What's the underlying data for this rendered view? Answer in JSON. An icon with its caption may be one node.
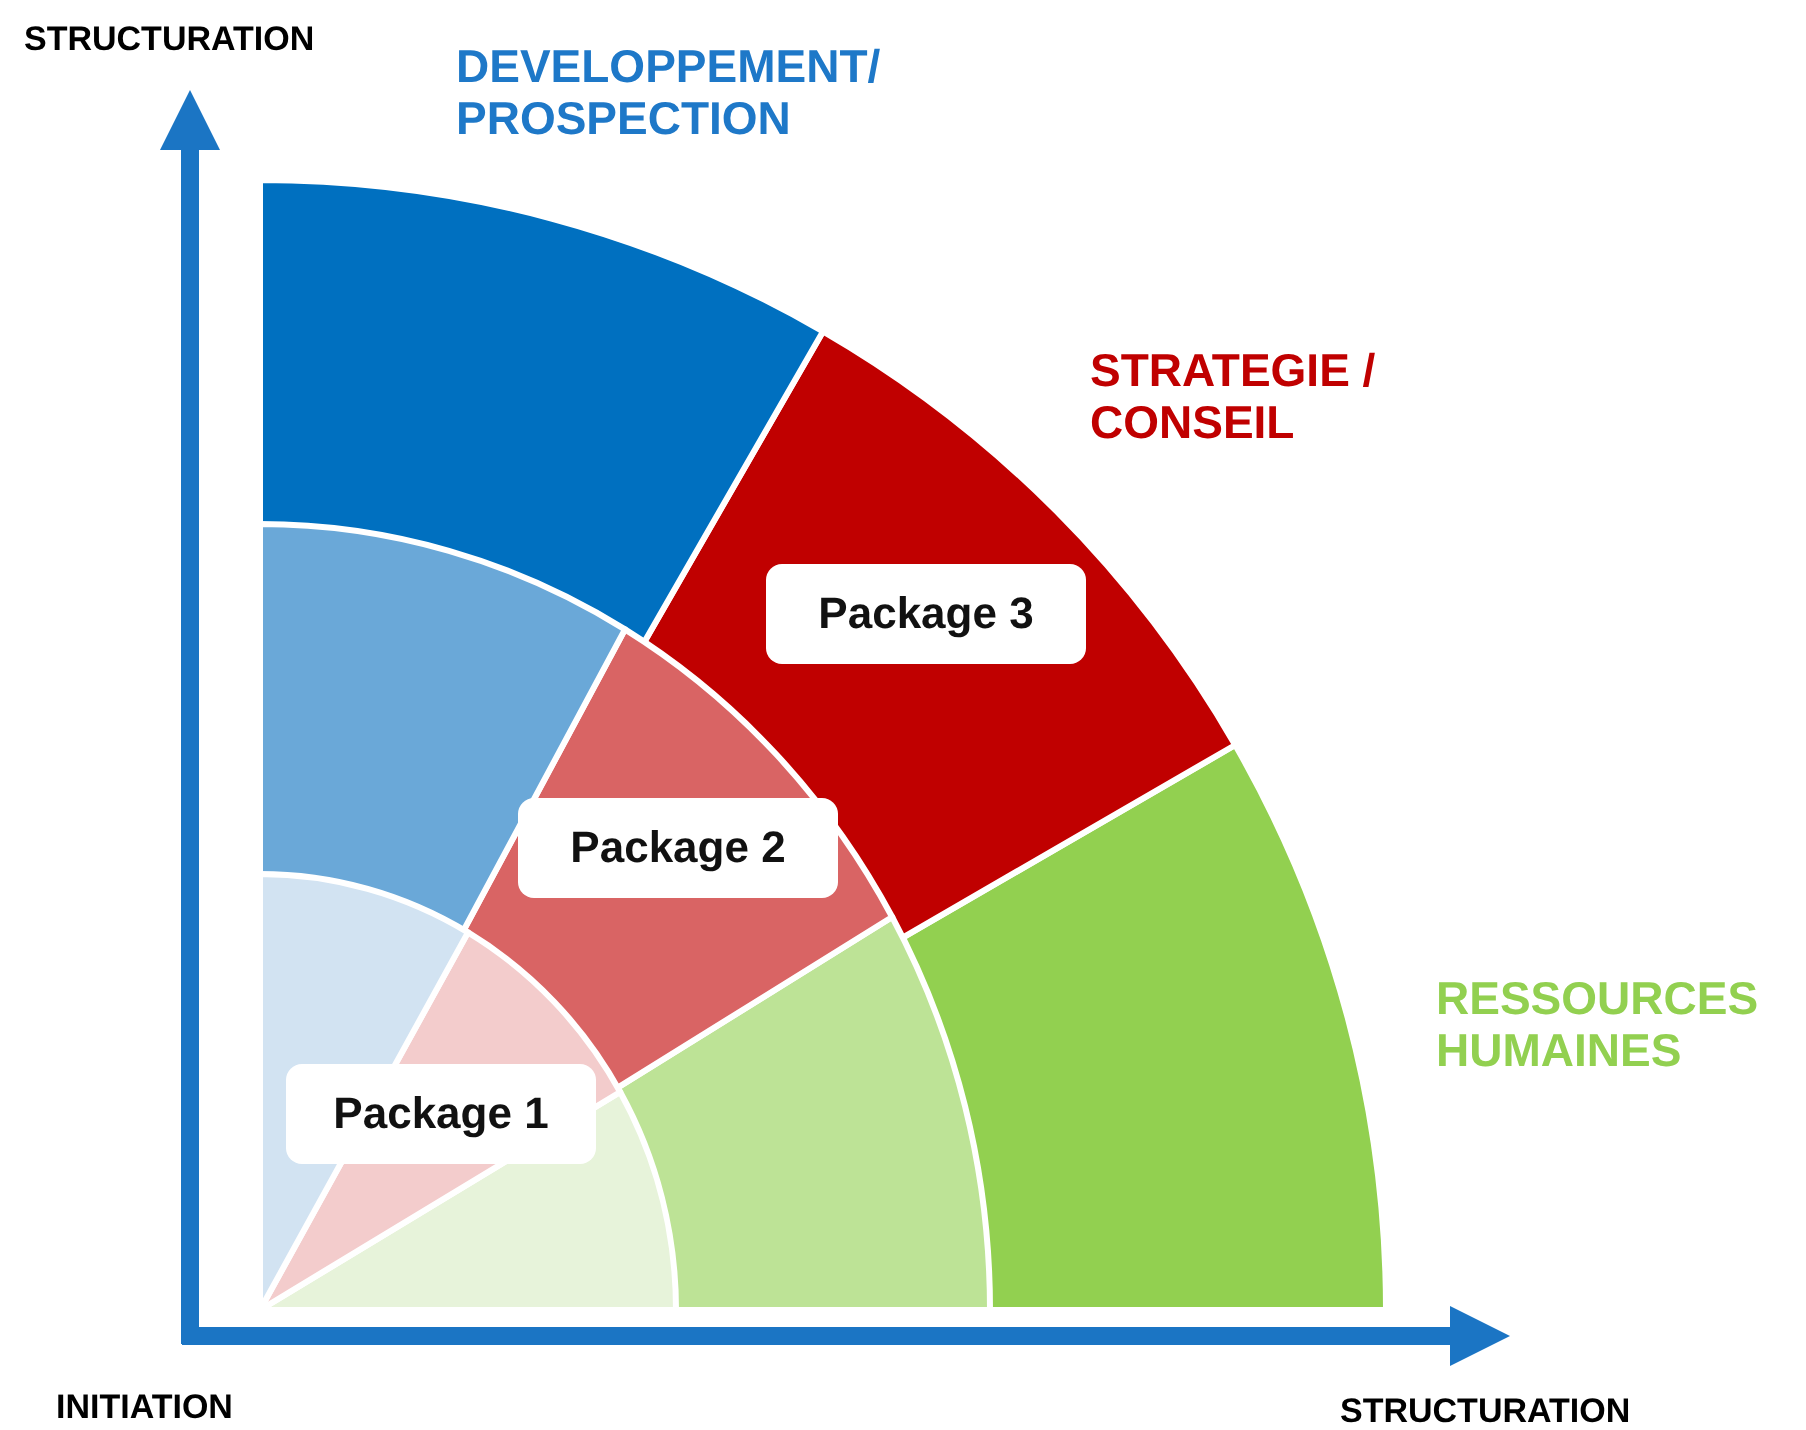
{
  "diagram": {
    "nodes": [
      {
        "text": [
          "Package 1"
        ]
      },
      {
        "text": [
          "Package 2"
        ]
      },
      {
        "text": [
          "Package 3"
        ]
      }
    ],
    "labels": [
      "STRUCTURATION",
      "DEVELOPPEMENT/ PROSPECTION",
      "STRATEGIE / CONSEIL",
      "RESSOURCES HUMAINES",
      "INITIATION",
      "STRUCTURATION"
    ]
  }
}
